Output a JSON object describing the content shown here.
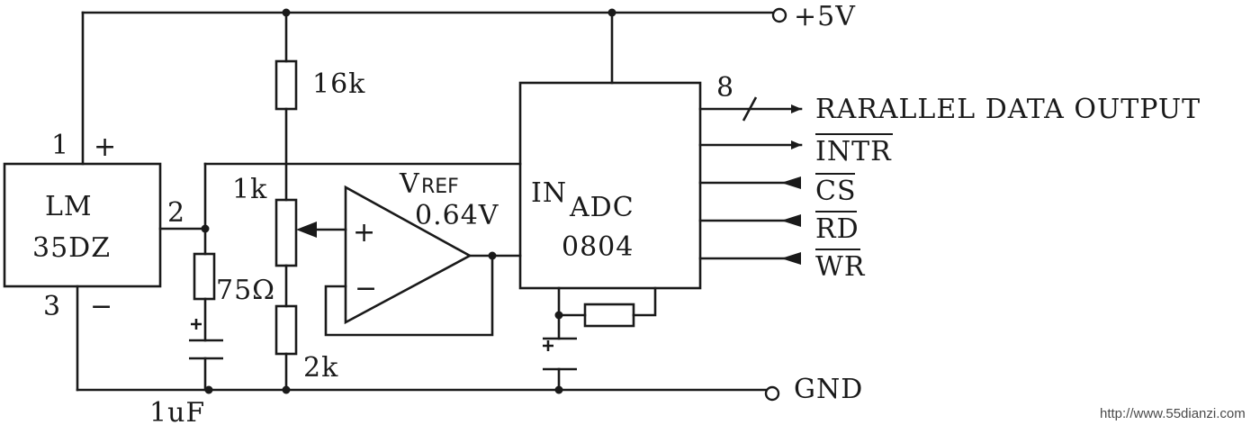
{
  "lm35": {
    "name_line1": "LM",
    "name_line2": "35DZ",
    "pin1": "1",
    "pin2": "2",
    "pin3": "3",
    "plus": "+",
    "minus": "−"
  },
  "adc": {
    "in_label": "IN",
    "name_line1": "ADC",
    "name_line2": "0804",
    "bus_width": "8"
  },
  "opamp": {
    "plus": "+",
    "minus": "−",
    "vref_v": "V",
    "vref_sub": "REF",
    "vref_value": "0.64V"
  },
  "components": {
    "r_16k": "16k",
    "r_pot": "1k",
    "r_75": "75Ω",
    "r_2k": "2k",
    "cap": "1uF"
  },
  "terminals": {
    "vcc": "+5V",
    "gnd": "GND"
  },
  "outputs": {
    "data": "RARALLEL DATA OUTPUT",
    "intr": "INTR",
    "cs": "CS",
    "rd": "RD",
    "wr": "WR"
  },
  "watermark": "http://www.55dianzi.com"
}
